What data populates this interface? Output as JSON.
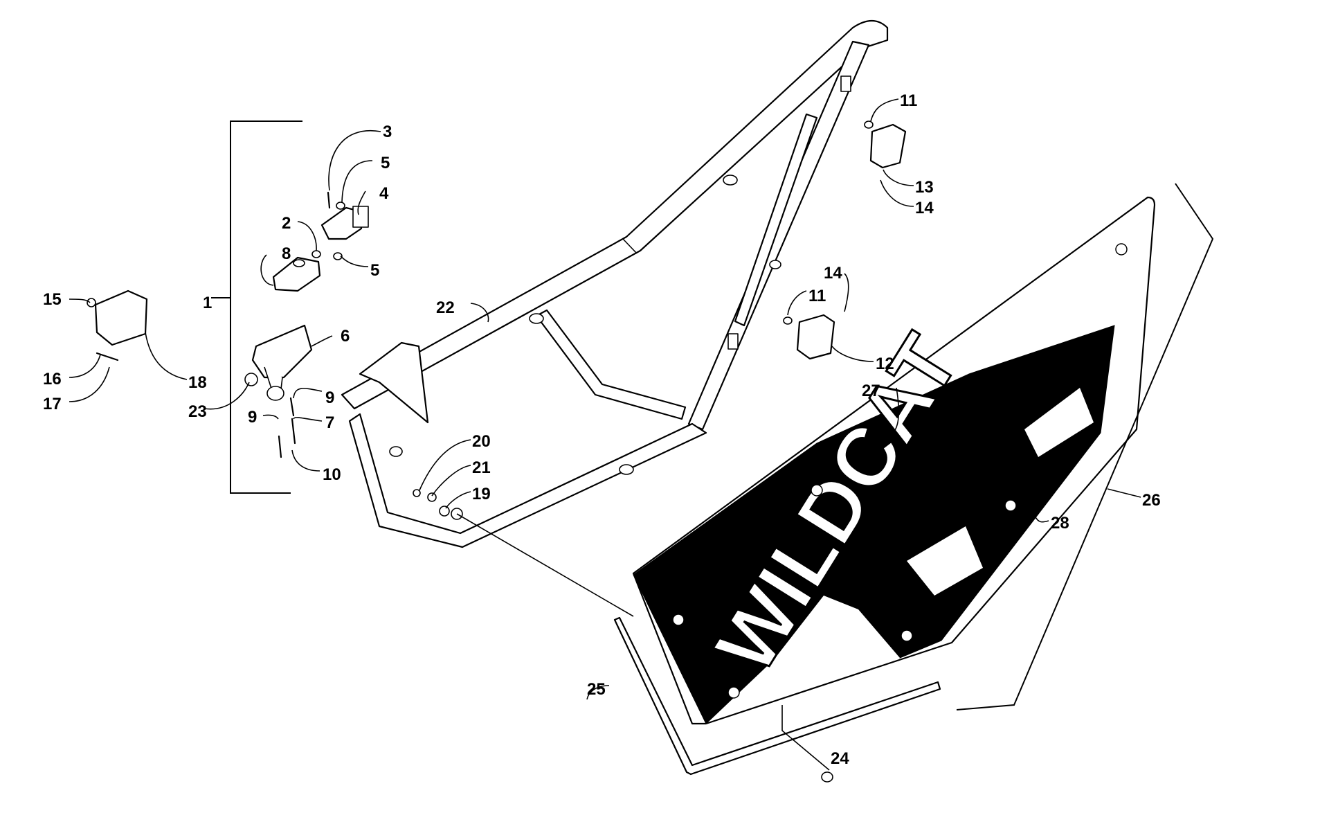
{
  "diagram": {
    "callouts": {
      "c1": "1",
      "c2": "2",
      "c3": "3",
      "c4": "4",
      "c5a": "5",
      "c5b": "5",
      "c6": "6",
      "c7": "7",
      "c8": "8",
      "c9a": "9",
      "c9b": "9",
      "c10": "10",
      "c11a": "11",
      "c11b": "11",
      "c12": "12",
      "c13": "13",
      "c14a": "14",
      "c14b": "14",
      "c15": "15",
      "c16": "16",
      "c17": "17",
      "c18": "18",
      "c19": "19",
      "c20": "20",
      "c21": "21",
      "c22": "22",
      "c23": "23",
      "c24": "24",
      "c25": "25",
      "c26": "26",
      "c27": "27",
      "c28": "28"
    },
    "decal_text": "WILDCAT",
    "colors": {
      "ink": "#000000",
      "paper": "#ffffff"
    }
  }
}
